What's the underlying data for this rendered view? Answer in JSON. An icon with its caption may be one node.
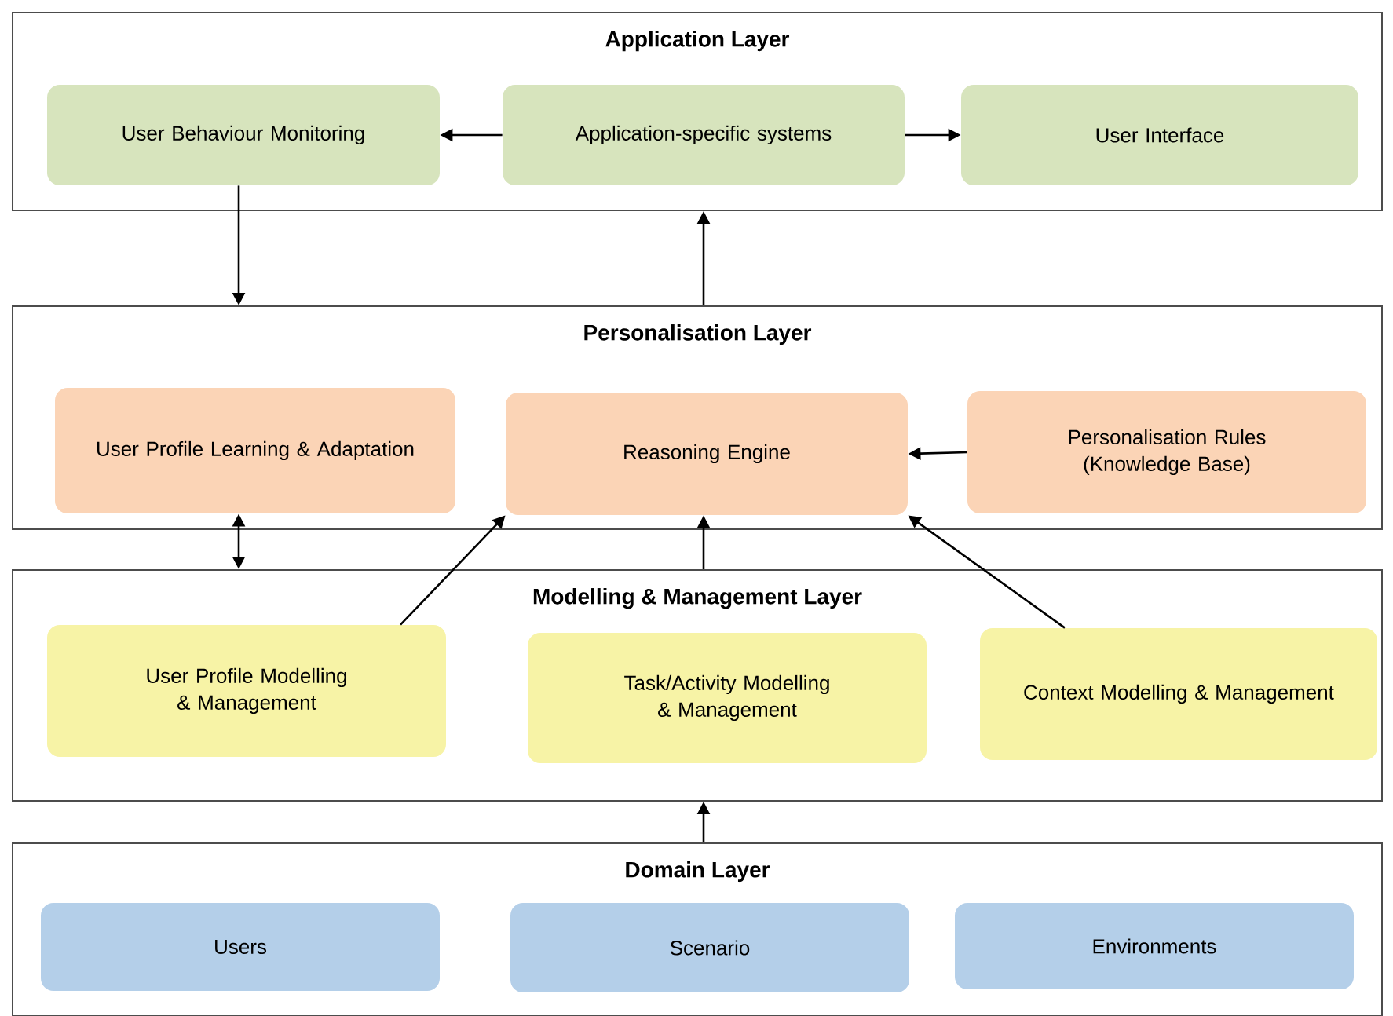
{
  "diagram": {
    "nodes": [
      {
        "text": [
          "Application Layer"
        ]
      },
      {
        "text": [
          "User Behaviour Monitoring"
        ],
        "in": 0
      },
      {
        "text": [
          "Application-specific systems"
        ],
        "in": 0
      },
      {
        "text": [
          "User Interface"
        ],
        "in": 0
      },
      {
        "text": [
          "Personalisation Layer"
        ]
      },
      {
        "text": [
          "User Profile Learning & Adaptation"
        ],
        "in": 4
      },
      {
        "text": [
          "Reasoning Engine"
        ],
        "in": 4
      },
      {
        "text": [
          "Personalisation Rules (Knowledge Base)"
        ],
        "in": 4
      },
      {
        "text": [
          "Modelling & Management Layer"
        ]
      },
      {
        "text": [
          "User Profile Modelling & Management"
        ],
        "in": 8
      },
      {
        "text": [
          "Task/Activity Modelling & Management"
        ],
        "in": 8
      },
      {
        "text": [
          "Context Modelling & Management"
        ],
        "in": 8
      },
      {
        "text": [
          "Domain Layer"
        ]
      },
      {
        "text": [
          "Users"
        ],
        "in": 12
      },
      {
        "text": [
          "Scenario"
        ],
        "in": 12
      },
      {
        "text": [
          "Environments"
        ],
        "in": 12
      }
    ],
    "edges": [
      {
        "from": 2,
        "to": 1,
        "arrow": "to"
      },
      {
        "from": 2,
        "to": 3,
        "arrow": "to"
      },
      {
        "from": 4,
        "to": 0,
        "arrow": "to"
      },
      {
        "from": 1,
        "to": 4,
        "arrow": "to"
      },
      {
        "from": 7,
        "to": 6,
        "arrow": "to"
      },
      {
        "from": 5,
        "to": 8,
        "arrow": "both"
      },
      {
        "from": 9,
        "to": 6,
        "arrow": "to"
      },
      {
        "from": 8,
        "to": 6,
        "arrow": "to"
      },
      {
        "from": 11,
        "to": 6,
        "arrow": "to"
      },
      {
        "from": 12,
        "to": 8,
        "arrow": "to"
      }
    ]
  }
}
